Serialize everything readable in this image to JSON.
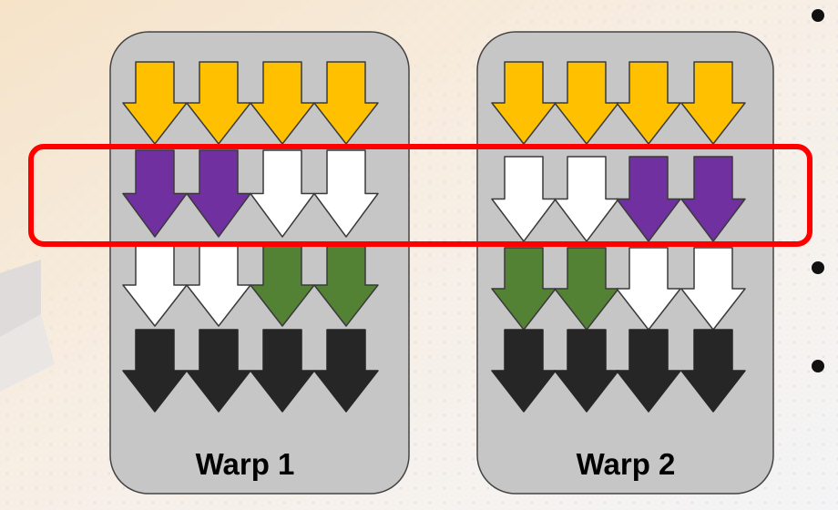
{
  "warps": [
    {
      "label": "Warp 1",
      "rows": [
        [
          "orange",
          "orange",
          "orange",
          "orange"
        ],
        [
          "purple",
          "purple",
          "white",
          "white"
        ],
        [
          "white",
          "white",
          "green",
          "green"
        ],
        [
          "black",
          "black",
          "black",
          "black"
        ]
      ]
    },
    {
      "label": "Warp 2",
      "rows": [
        [
          "orange",
          "orange",
          "orange",
          "orange"
        ],
        [
          "white",
          "white",
          "purple",
          "purple"
        ],
        [
          "green",
          "green",
          "white",
          "white"
        ],
        [
          "black",
          "black",
          "black",
          "black"
        ]
      ]
    }
  ],
  "highlighted_row": 1,
  "colors": {
    "orange": "#FFC000",
    "purple": "#7030A0",
    "white": "#FFFFFF",
    "green": "#548235",
    "black": "#262626",
    "panel": "#C6C6C6",
    "highlight": "#FF0000"
  },
  "bullets": 3
}
